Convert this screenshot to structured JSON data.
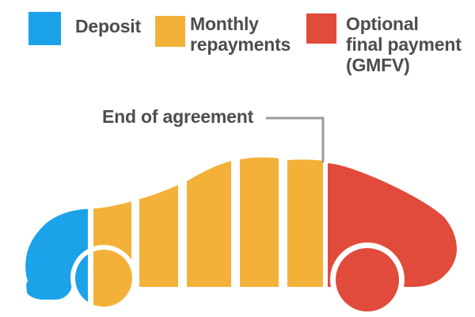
{
  "title": "Car finance (PCP) cost breakdown diagram",
  "legend": {
    "items": [
      {
        "label": "Deposit",
        "color": "#1BA2E8"
      },
      {
        "label": "Monthly\nrepayments",
        "color": "#F4B139"
      },
      {
        "label": "Optional\nfinal payment\n(GMFV)",
        "color": "#E14B3B"
      }
    ]
  },
  "annotation": {
    "label": "End of agreement",
    "line_color": "#9B9B9B"
  },
  "colors": {
    "deposit": "#1BA2E8",
    "monthly": "#F4B139",
    "gmfv": "#E14B3B",
    "text": "#4D4D4F",
    "background": "#FFFFFF"
  },
  "diagram": {
    "description": "Car silhouette divided into colored vertical segments",
    "segments": [
      {
        "name": "Deposit",
        "color": "#1BA2E8",
        "position": "front of car"
      },
      {
        "name": "Monthly repayments",
        "color": "#F4B139",
        "position": "middle of car",
        "stripe_count": 5
      },
      {
        "name": "Optional final payment (GMFV)",
        "color": "#E14B3B",
        "position": "rear of car"
      }
    ],
    "callout_points_to": "boundary between monthly repayments and optional final payment"
  }
}
